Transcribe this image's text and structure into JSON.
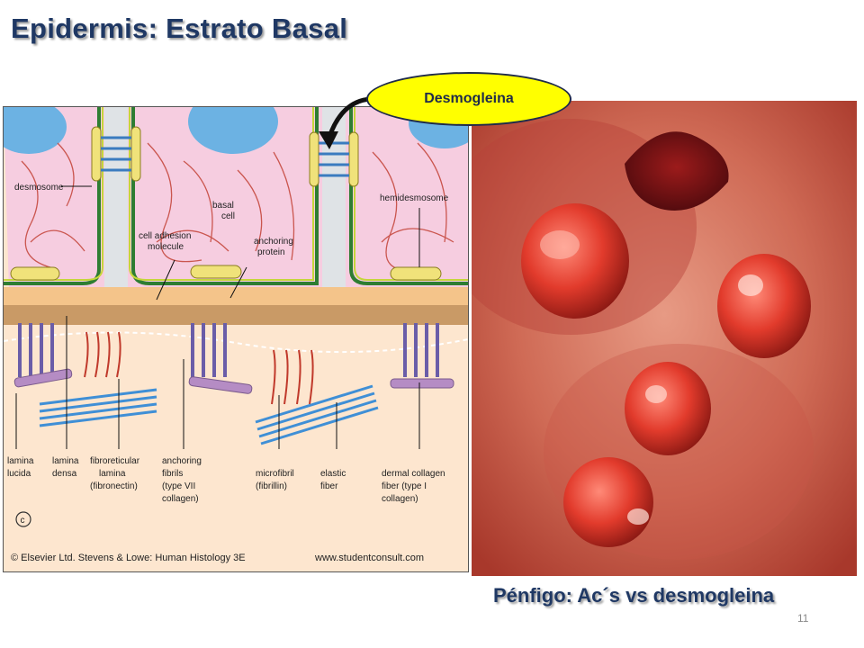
{
  "slide": {
    "title": "Epidermis: Estrato Basal",
    "callout": "Desmogleina",
    "caption": "Pénfigo: Ac´s vs desmogleina",
    "page_number": "11"
  },
  "diagram": {
    "labels": {
      "desmosome": "desmosome",
      "basal_cell": [
        "basal",
        "cell"
      ],
      "hemidesmosome": "hemidesmosome",
      "cell_adhesion": [
        "cell adhesion",
        "molecule"
      ],
      "anchoring_protein": [
        "anchoring",
        "protein"
      ],
      "lamina_lucida": [
        "lamina",
        "lucida"
      ],
      "lamina_densa": [
        "lamina",
        "densa"
      ],
      "fibroreticular": [
        "fibroreticular",
        "lamina",
        "(fibronectin)"
      ],
      "anchoring_fibrils": [
        "anchoring",
        "fibrils",
        "(type VII",
        "collagen)"
      ],
      "microfibril": [
        "microfibril",
        "(fibrillin)"
      ],
      "elastic_fiber": [
        "elastic",
        "fiber"
      ],
      "dermal_collagen": [
        "dermal collagen",
        "fiber (type I",
        "collagen)"
      ],
      "panel_letter": "c",
      "copyright": "© Elsevier Ltd. Stevens & Lowe: Human Histology 3E",
      "website": "www.studentconsult.com"
    }
  },
  "colors": {
    "title": "#1f3864",
    "callout_fill": "#ffff00",
    "cell_pink": "#f7cde0",
    "nucleus_blue": "#6cb2e3",
    "membrane_green": "#2e7d32",
    "dermis_peach": "#fbe0c6"
  }
}
